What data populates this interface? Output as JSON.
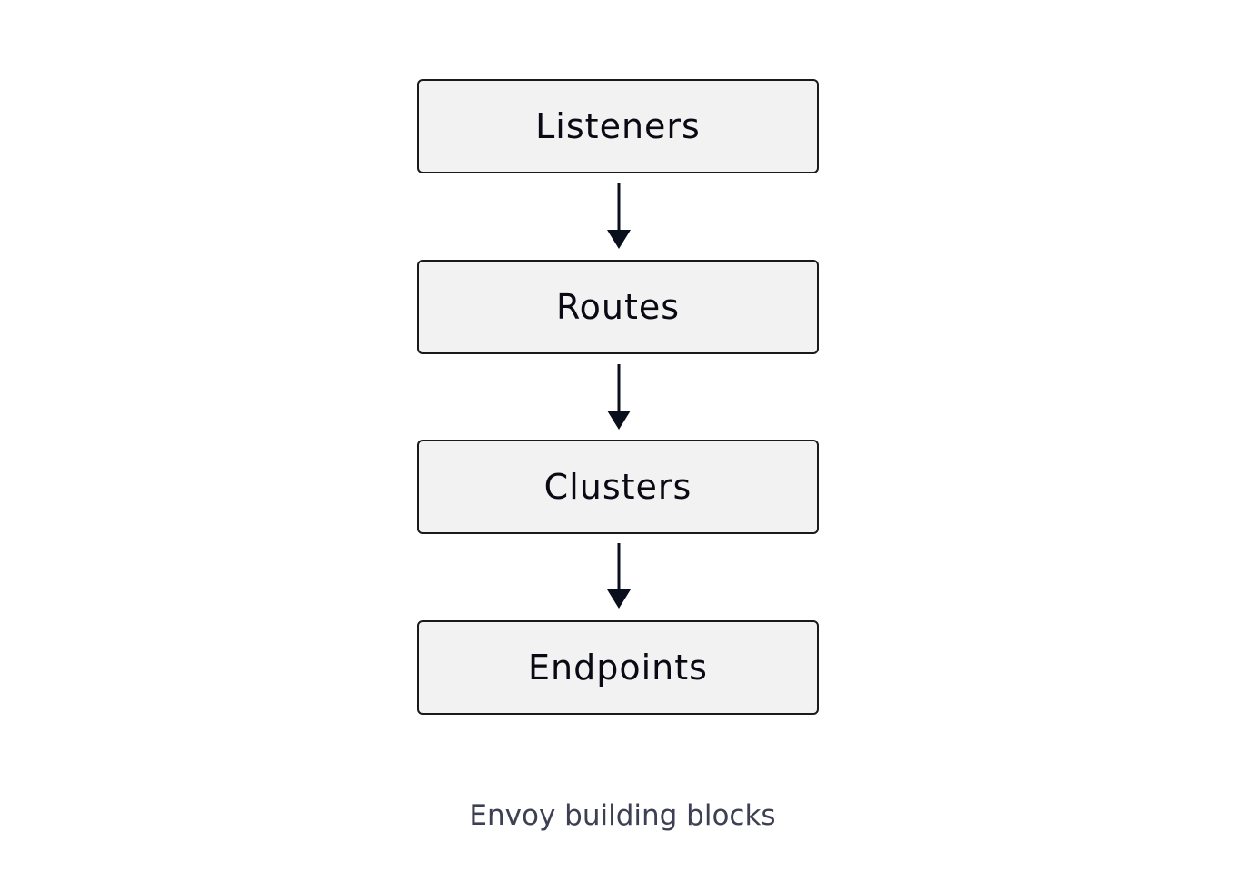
{
  "diagram": {
    "blocks": [
      {
        "label": "Listeners"
      },
      {
        "label": "Routes"
      },
      {
        "label": "Clusters"
      },
      {
        "label": "Endpoints"
      }
    ],
    "caption": "Envoy building blocks"
  },
  "colors": {
    "block_fill": "#f2f2f2",
    "block_border": "#1a1a1a",
    "arrow": "#0a0f1e",
    "caption_text": "#3d3f52"
  }
}
